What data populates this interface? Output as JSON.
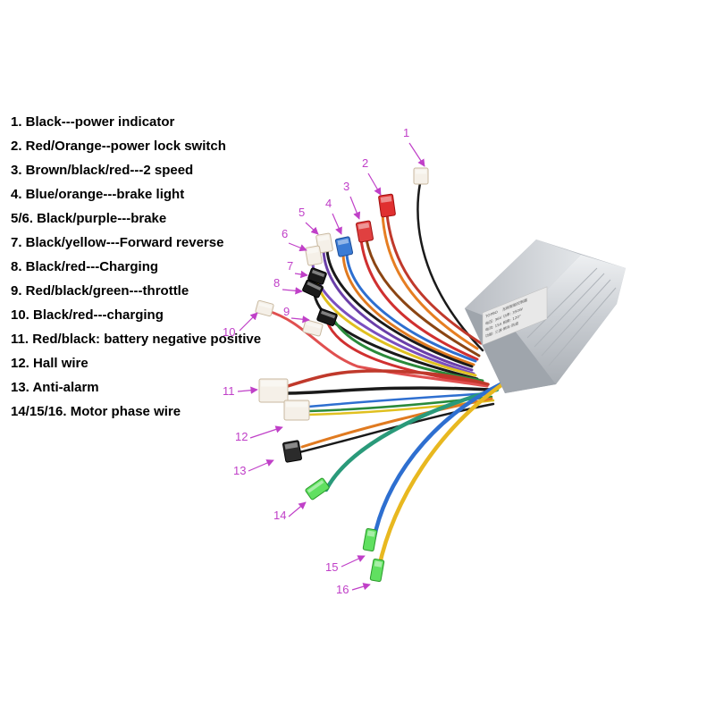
{
  "legend": [
    "1. Black---power indicator",
    "2. Red/Orange--power lock switch",
    "3. Brown/black/red---2 speed",
    "4. Blue/orange---brake light",
    "5/6.  Black/purple---brake",
    "7. Black/yellow---Forward reverse",
    "8. Black/red---Charging",
    "9. Red/black/green---throttle",
    "10.  Black/red---charging",
    "11.  Red/black: battery negative positive",
    "12. Hall wire",
    "13.  Anti-alarm",
    "14/15/16. Motor phase wire"
  ],
  "callouts": [
    "1",
    "2",
    "3",
    "4",
    "5",
    "6",
    "7",
    "8",
    "9",
    "10",
    "11",
    "12",
    "13",
    "14",
    "15",
    "16"
  ],
  "colors": {
    "callout": "#c040c8",
    "controller_body": "#d4d8dc",
    "label_plate": "#e8e8e8"
  },
  "controller_label": {
    "brand": "TOPBO",
    "line1": "无刷智能控制器",
    "line2": "电压: 36V    功率: 350W",
    "line3": "电流: 15A    相角: 120°",
    "line4": "功能: 三速·倒车·防盗"
  },
  "icons": [
    "connector-icon",
    "controller-icon",
    "wire-icon",
    "arrow-icon"
  ]
}
